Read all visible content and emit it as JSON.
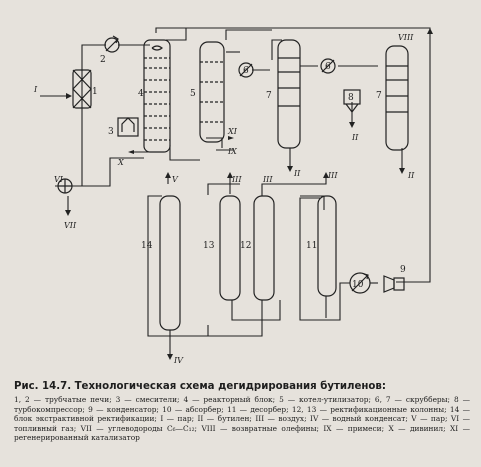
{
  "figure": {
    "title": "Рис. 14.7. Технологическая схема дегидрирования бутиленов:",
    "legend": "1, 2 — трубчатые печи; 3 — смесители; 4 — реакторный блок; 5 — котел-утилизатор; 6, 7 — скрубберы; 8 — турбокомпрессор; 9 — конденсатор; 10 — абсорбер; 11 — десорбер; 12, 13 — ректификационные колонны; 14 — блок экстрактивной ректификации; I — пар; II — бутилен; III — воздух; IV — водный конденсат; V — пар; VI — топливный газ; VII — углеводороды C₆—C₁₂; VIII — возвратные олефины; IX — примеси; X — дивинил; XI — регенерированный катализатор"
  },
  "diagram": {
    "equipment_labels": [
      "1",
      "2",
      "3",
      "4",
      "5",
      "6",
      "6",
      "7",
      "7",
      "8",
      "9",
      "10",
      "11",
      "12",
      "13",
      "14"
    ],
    "stream_labels": [
      "I",
      "VI",
      "VII",
      "X",
      "XI",
      "IX",
      "II",
      "II",
      "VIII",
      "II",
      "V",
      "III",
      "III",
      "III",
      "IV"
    ]
  }
}
